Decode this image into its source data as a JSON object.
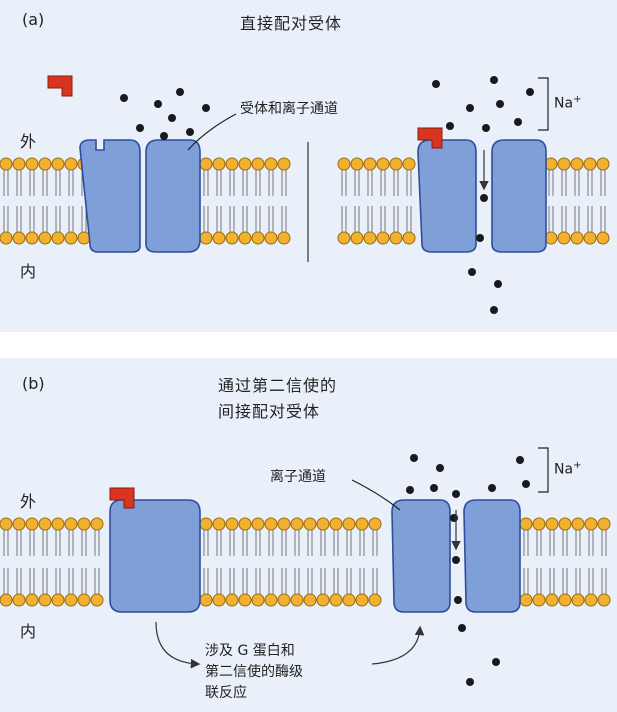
{
  "panel_a": {
    "label": "(a)",
    "title": "直接配对受体",
    "outside_label": "外",
    "inside_label": "内",
    "channel_callout": "受体和离子通道",
    "ion_label": "Na",
    "ion_charge": "+"
  },
  "panel_b": {
    "label": "(b)",
    "title_line1": "通过第二信使的",
    "title_line2": "间接配对受体",
    "outside_label": "外",
    "inside_label": "内",
    "channel_callout": "离子通道",
    "ion_label": "Na",
    "ion_charge": "+",
    "cascade_line1": "涉及 G 蛋白和",
    "cascade_line2": "第二信使的酶级",
    "cascade_line3": "联反应"
  },
  "colors": {
    "background": "#e9f0fa",
    "protein": "#7f9fd9",
    "protein_outline": "#2f4d9a",
    "lipid_head": "#f2b230",
    "ligand": "#d8341f",
    "ion": "#1a1a1a"
  }
}
